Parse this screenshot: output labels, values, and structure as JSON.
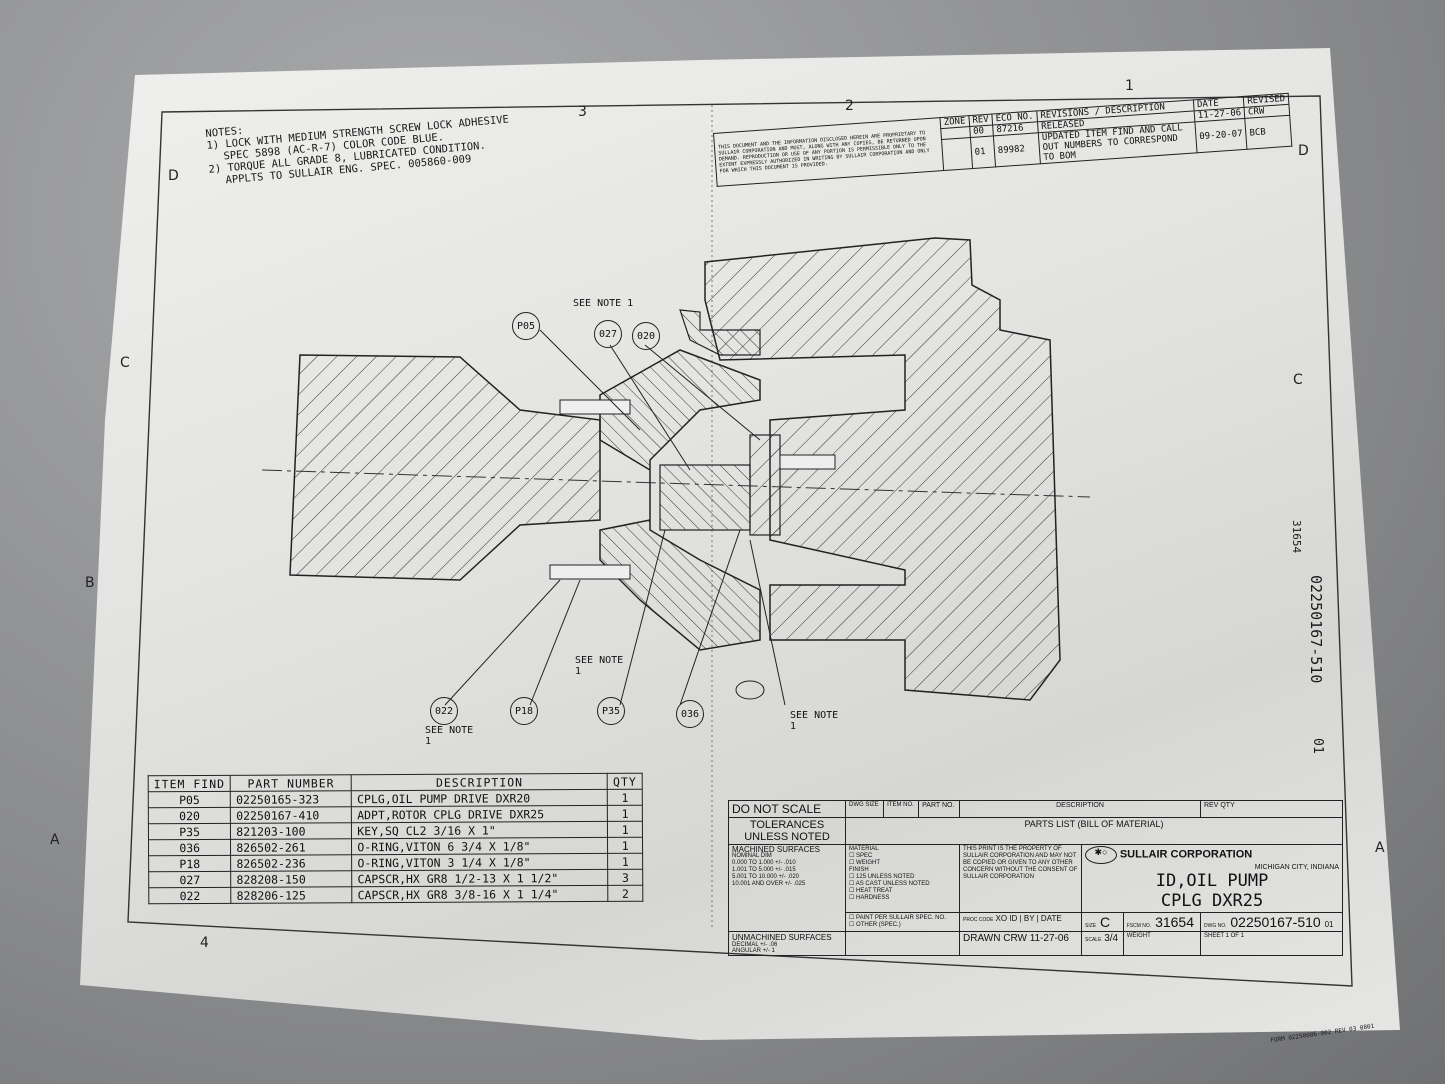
{
  "notes": {
    "heading": "NOTES:",
    "line1": "1) LOCK WITH MEDIUM STRENGTH SCREW LOCK ADHESIVE",
    "line2": "SPEC 5898 (AC-R-7) COLOR CODE BLUE.",
    "line3": "2) TORQUE ALL GRADE 8, LUBRICATED CONDITION.",
    "line4": "APPLTS TO SULLAIR ENG. SPEC. 005860-009"
  },
  "zones": {
    "cols": [
      "4",
      "3",
      "2",
      "1"
    ],
    "rows": [
      "D",
      "C",
      "B",
      "A"
    ]
  },
  "proprietary_notice": "THIS DOCUMENT AND THE INFORMATION DISCLOSED HEREIN ARE PROPRIETARY TO SULLAIR CORPORATION AND MUST, ALONG WITH ANY COPIES, BE RETURNED UPON DEMAND. REPRODUCTION OR USE OF ANY PORTION IS PERMISSIBLE ONLY TO THE EXTENT EXPRESSLY AUTHORIZED IN WRITING BY SULLAIR CORPORATION AND ONLY FOR WHICH THIS DOCUMENT IS PROVIDED.",
  "revisions": {
    "title": "REVISIONS",
    "headers": [
      "ZONE",
      "REV",
      "ECO NO.",
      "DESCRIPTION",
      "DATE",
      "REVISED"
    ],
    "rows": [
      {
        "rev": "00",
        "eco": "87216",
        "desc": "RELEASED",
        "date": "11-27-06",
        "by": "CRW"
      },
      {
        "rev": "01",
        "eco": "89982",
        "desc": "UPDATED ITEM FIND AND CALL OUT NUMBERS TO CORRESPOND TO BOM",
        "date": "09-20-07",
        "by": "BCB"
      }
    ]
  },
  "callouts": {
    "p05": "P05",
    "c027": "027",
    "c020": "020",
    "c022": "022",
    "p18": "P18",
    "p35": "P35",
    "c036": "036",
    "see_note": "SEE NOTE 1"
  },
  "parts_list": {
    "headers": [
      "ITEM FIND",
      "PART NUMBER",
      "DESCRIPTION",
      "QTY"
    ],
    "rows": [
      {
        "find": "P05",
        "part": "02250165-323",
        "desc": "CPLG,OIL PUMP DRIVE DXR20",
        "qty": "1"
      },
      {
        "find": "020",
        "part": "02250167-410",
        "desc": "ADPT,ROTOR CPLG DRIVE DXR25",
        "qty": "1"
      },
      {
        "find": "P35",
        "part": "821203-100",
        "desc": "KEY,SQ CL2 3/16 X 1\"",
        "qty": "1"
      },
      {
        "find": "036",
        "part": "826502-261",
        "desc": "O-RING,VITON 6 3/4 X 1/8\"",
        "qty": "1"
      },
      {
        "find": "P18",
        "part": "826502-236",
        "desc": "O-RING,VITON 3 1/4 X 1/8\"",
        "qty": "1"
      },
      {
        "find": "027",
        "part": "828208-150",
        "desc": "CAPSCR,HX GR8 1/2-13 X 1 1/2\"",
        "qty": "3"
      },
      {
        "find": "022",
        "part": "828206-125",
        "desc": "CAPSCR,HX GR8 3/8-16 X 1 1/4\"",
        "qty": "2"
      }
    ]
  },
  "title_block": {
    "do_not_scale": "DO NOT SCALE",
    "dwg_size": "DWG SIZE",
    "item_no": "ITEM NO.",
    "part_no": "PART NO.",
    "description": "DESCRIPTION",
    "rev": "REV",
    "qty": "QTY",
    "tolerances": "TOLERANCES UNLESS NOTED",
    "parts_list_label": "PARTS LIST (BILL OF MATERIAL)",
    "machined": "MACHINED SURFACES",
    "nominal": "NOMINAL DIM",
    "tol_rows": [
      "0.000 TO 1.000  +/- .010",
      "1.001 TO 5.000  +/- .015",
      "5.001 TO 10.000  +/- .020",
      "10.001 AND OVER  +/- .025"
    ],
    "unmachined": "UNMACHINED SURFACES",
    "decimal": "DECIMAL +/- .06",
    "angular": "ANGULAR +/- 1",
    "material": "MATERIAL",
    "spec": "SPEC",
    "weight_chk": "WEIGHT",
    "finish": "FINISH",
    "finish1": "125 UNLESS NOTED",
    "finish2": "AS CAST UNLESS NOTED",
    "heat_treat": "HEAT TREAT",
    "hardness": "HARDNESS",
    "paint": "PAINT PER SULLAIR SPEC. NO.",
    "other": "OTHER (SPEC.)",
    "property": "THIS PRINT IS THE PROPERTY OF SULLAIR CORPORATION AND MAY NOT BE COPIED OR GIVEN TO ANY OTHER CONCERN WITHOUT THE CONSENT OF SULLAIR CORPORATION",
    "proc_code": "PROC CODE",
    "xo_id": "XO ID",
    "by": "BY",
    "date": "DATE",
    "drawn": "DRAWN",
    "drawn_by": "CRW",
    "drawn_date": "11-27-06",
    "company": "SULLAIR CORPORATION",
    "location": "MICHIGAN CITY, INDIANA",
    "title1": "ID,OIL PUMP",
    "title2": "CPLG DXR25",
    "size_label": "SIZE",
    "size": "C",
    "fscm_label": "FSCM NO.",
    "fscm": "31654",
    "dwg_label": "DWG NO.",
    "dwg_no": "02250167-510",
    "rev_val": "01",
    "scale_label": "SCALE",
    "scale": "3/4",
    "weight": "WEIGHT",
    "sheet": "SHEET 1 OF 1",
    "form": "FORM 02250006-002 REV 03 0801"
  },
  "side_strip": {
    "fscm": "31654",
    "dwg_no": "02250167-510",
    "rev": "01"
  }
}
